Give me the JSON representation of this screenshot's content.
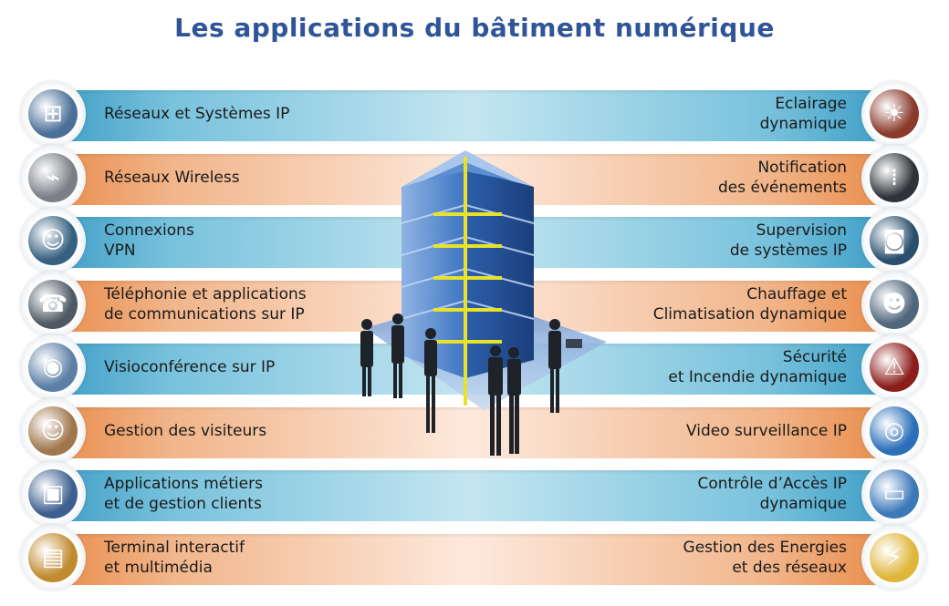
{
  "title": "Les applications du bâtiment numérique",
  "left_items": [
    {
      "lines": [
        "Réseaux et Systèmes IP"
      ],
      "icon": "network-port-icon",
      "color": "#4a6f98"
    },
    {
      "lines": [
        "Réseaux Wireless"
      ],
      "icon": "wireless-device-icon",
      "color": "#7a7f86"
    },
    {
      "lines": [
        "Connexions",
        "VPN"
      ],
      "icon": "user-at-server-icon",
      "color": "#35607f"
    },
    {
      "lines": [
        "Téléphonie et applications",
        "de communications sur IP"
      ],
      "icon": "mobile-phone-icon",
      "color": "#4e5963"
    },
    {
      "lines": [
        "Visioconférence sur IP"
      ],
      "icon": "video-camera-icon",
      "color": "#5b7fa6"
    },
    {
      "lines": [
        "Gestion des visiteurs"
      ],
      "icon": "receptionist-icon",
      "color": "#a0764c"
    },
    {
      "lines": [
        "Applications métiers",
        "et de gestion clients"
      ],
      "icon": "touch-screen-kiosk-icon",
      "color": "#3d5f8f"
    },
    {
      "lines": [
        "Terminal interactif",
        "et multimédia"
      ],
      "icon": "interactive-terminal-icon",
      "color": "#c08a2e"
    }
  ],
  "right_items": [
    {
      "lines": [
        "Eclairage",
        "dynamique"
      ],
      "icon": "ceiling-lamp-icon",
      "color": "#8a3a2a"
    },
    {
      "lines": [
        "Notification",
        "des événements"
      ],
      "icon": "keypad-icon",
      "color": "#2f3338"
    },
    {
      "lines": [
        "Supervision",
        "de systèmes IP"
      ],
      "icon": "monitoring-operator-icon",
      "color": "#2a4f6d"
    },
    {
      "lines": [
        "Chauffage et",
        "Climatisation dynamique"
      ],
      "icon": "technician-icon",
      "color": "#50667c"
    },
    {
      "lines": [
        "Sécurité",
        "et Incendie dynamique"
      ],
      "icon": "fire-alarm-icon",
      "color": "#8b1e1a"
    },
    {
      "lines": [
        "Video surveillance IP"
      ],
      "icon": "security-camera-icon",
      "color": "#2b6fb8"
    },
    {
      "lines": [
        "Contrôle d’Accès IP",
        "dynamique"
      ],
      "icon": "access-badge-icon",
      "color": "#3b78b8"
    },
    {
      "lines": [
        "Gestion des Energies",
        "et des réseaux"
      ],
      "icon": "energy-ruler-icon",
      "color": "#e0b63a"
    }
  ],
  "colors": {
    "title": "#2f5598",
    "band_blue": "#3f9ec6",
    "band_orange": "#e98d4c",
    "tower_blue": "#2f6fc0",
    "tower_yellow": "#e8e22a"
  }
}
